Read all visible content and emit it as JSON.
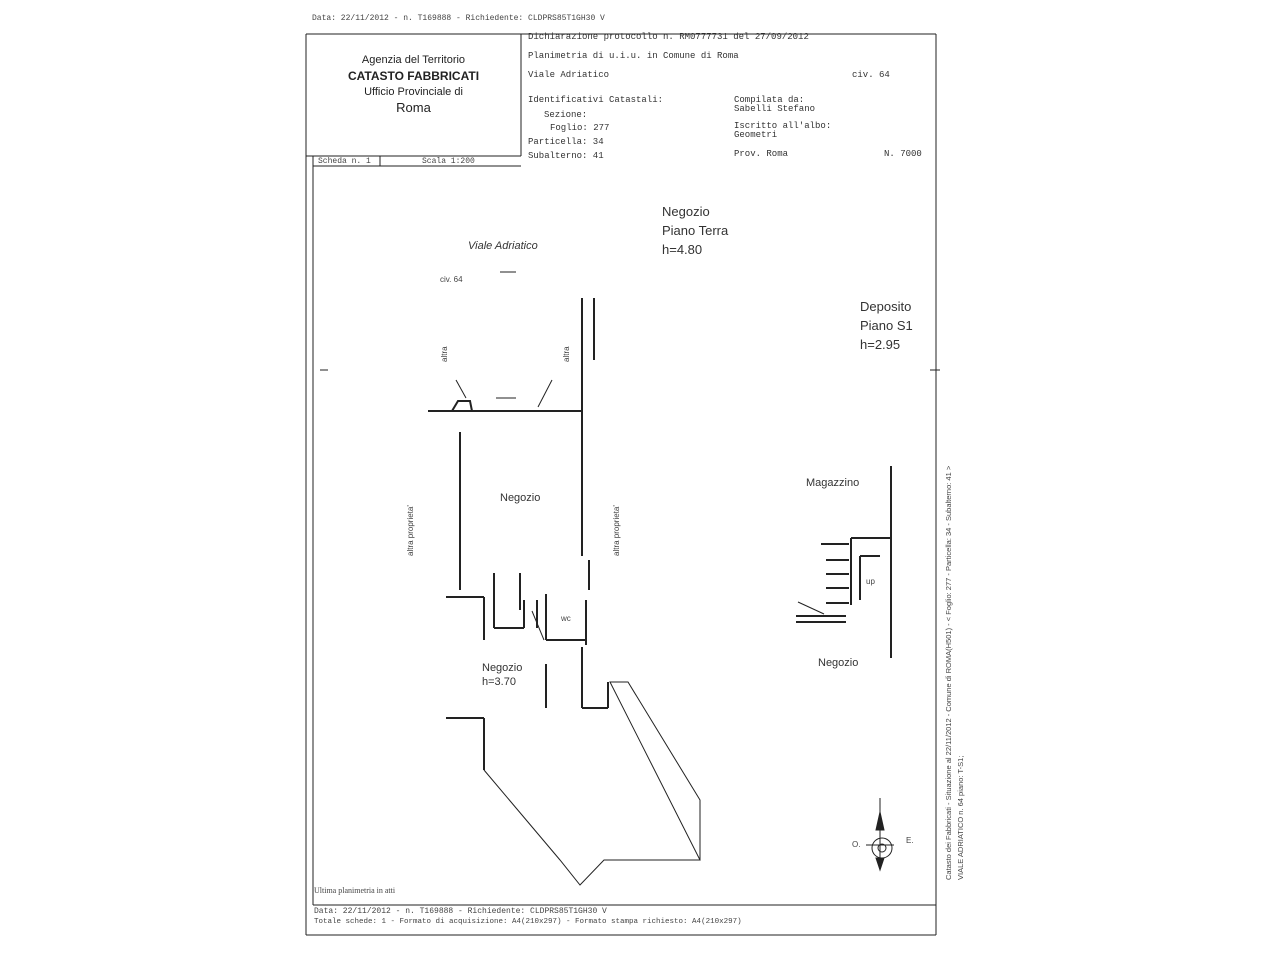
{
  "header_strip": "Data: 22/11/2012 - n. T169888 - Richiedente: CLDPRS85T1GH30 V",
  "agency": {
    "line1": "Agenzia del Territorio",
    "line2": "CATASTO FABBRICATI",
    "line3": "Ufficio Provinciale di",
    "line4": "Roma"
  },
  "info": {
    "dichiarazione": "Dichiarazione protocollo n. RM0777731 del 27/09/2012",
    "planimetria": "Planimetria di u.i.u. in Comune di Roma",
    "via": "Viale Adriatico",
    "civ": "civ. 64",
    "identificativi": "Identificativi Catastali:",
    "sezione": "Sezione:",
    "foglio": "Foglio: 277",
    "particella": "Particella: 34",
    "subalterno": "Subalterno: 41",
    "compilata": "Compilata da:",
    "compilatore": "Sabelli Stefano",
    "iscritto": "Iscritto all'albo:",
    "albo": "Geometri",
    "prov": "Prov. Roma",
    "num": "N. 7000"
  },
  "scheda": {
    "scheda": "Scheda n. 1",
    "scala": "Scala 1:200"
  },
  "plan": {
    "negozio_title": "Negozio",
    "piano_terra": "Piano Terra",
    "h_terra": "h=4.80",
    "viale_label": "Viale Adriatico",
    "civ_plan": "civ. 64",
    "deposito_title": "Deposito",
    "piano_s1": "Piano S1",
    "h_s1": "h=2.95",
    "negozio_center": "Negozio",
    "negozio_lower": "Negozio",
    "h_lower": "h=3.70",
    "wc": "wc",
    "altra_left": "altra proprieta'",
    "altra_right": "altra proprieta'",
    "altra_top_left": "altra",
    "altra_top_right": "altra",
    "magazzino": "Magazzino",
    "negozio_right": "Negozio",
    "up": "up",
    "compass_o": "O.",
    "compass_e": "E."
  },
  "footer": {
    "ultima": "Ultima planimetria in atti",
    "line1": "Data: 22/11/2012 - n. T169888 - Richiedente: CLDPRS85T1GH30 V",
    "line2": "Totale schede: 1 - Formato di acquisizione: A4(210x297) - Formato stampa richiesto: A4(210x297)"
  },
  "side_stamp": {
    "line1": "Catasto dei Fabbricati - Situazione al 22/11/2012 - Comune di ROMA(H501) - < Foglio: 277 - Particella: 34 - Subalterno: 41 >",
    "line2": "VIALE ADRIATICO n. 64 piano: T-S1;"
  }
}
